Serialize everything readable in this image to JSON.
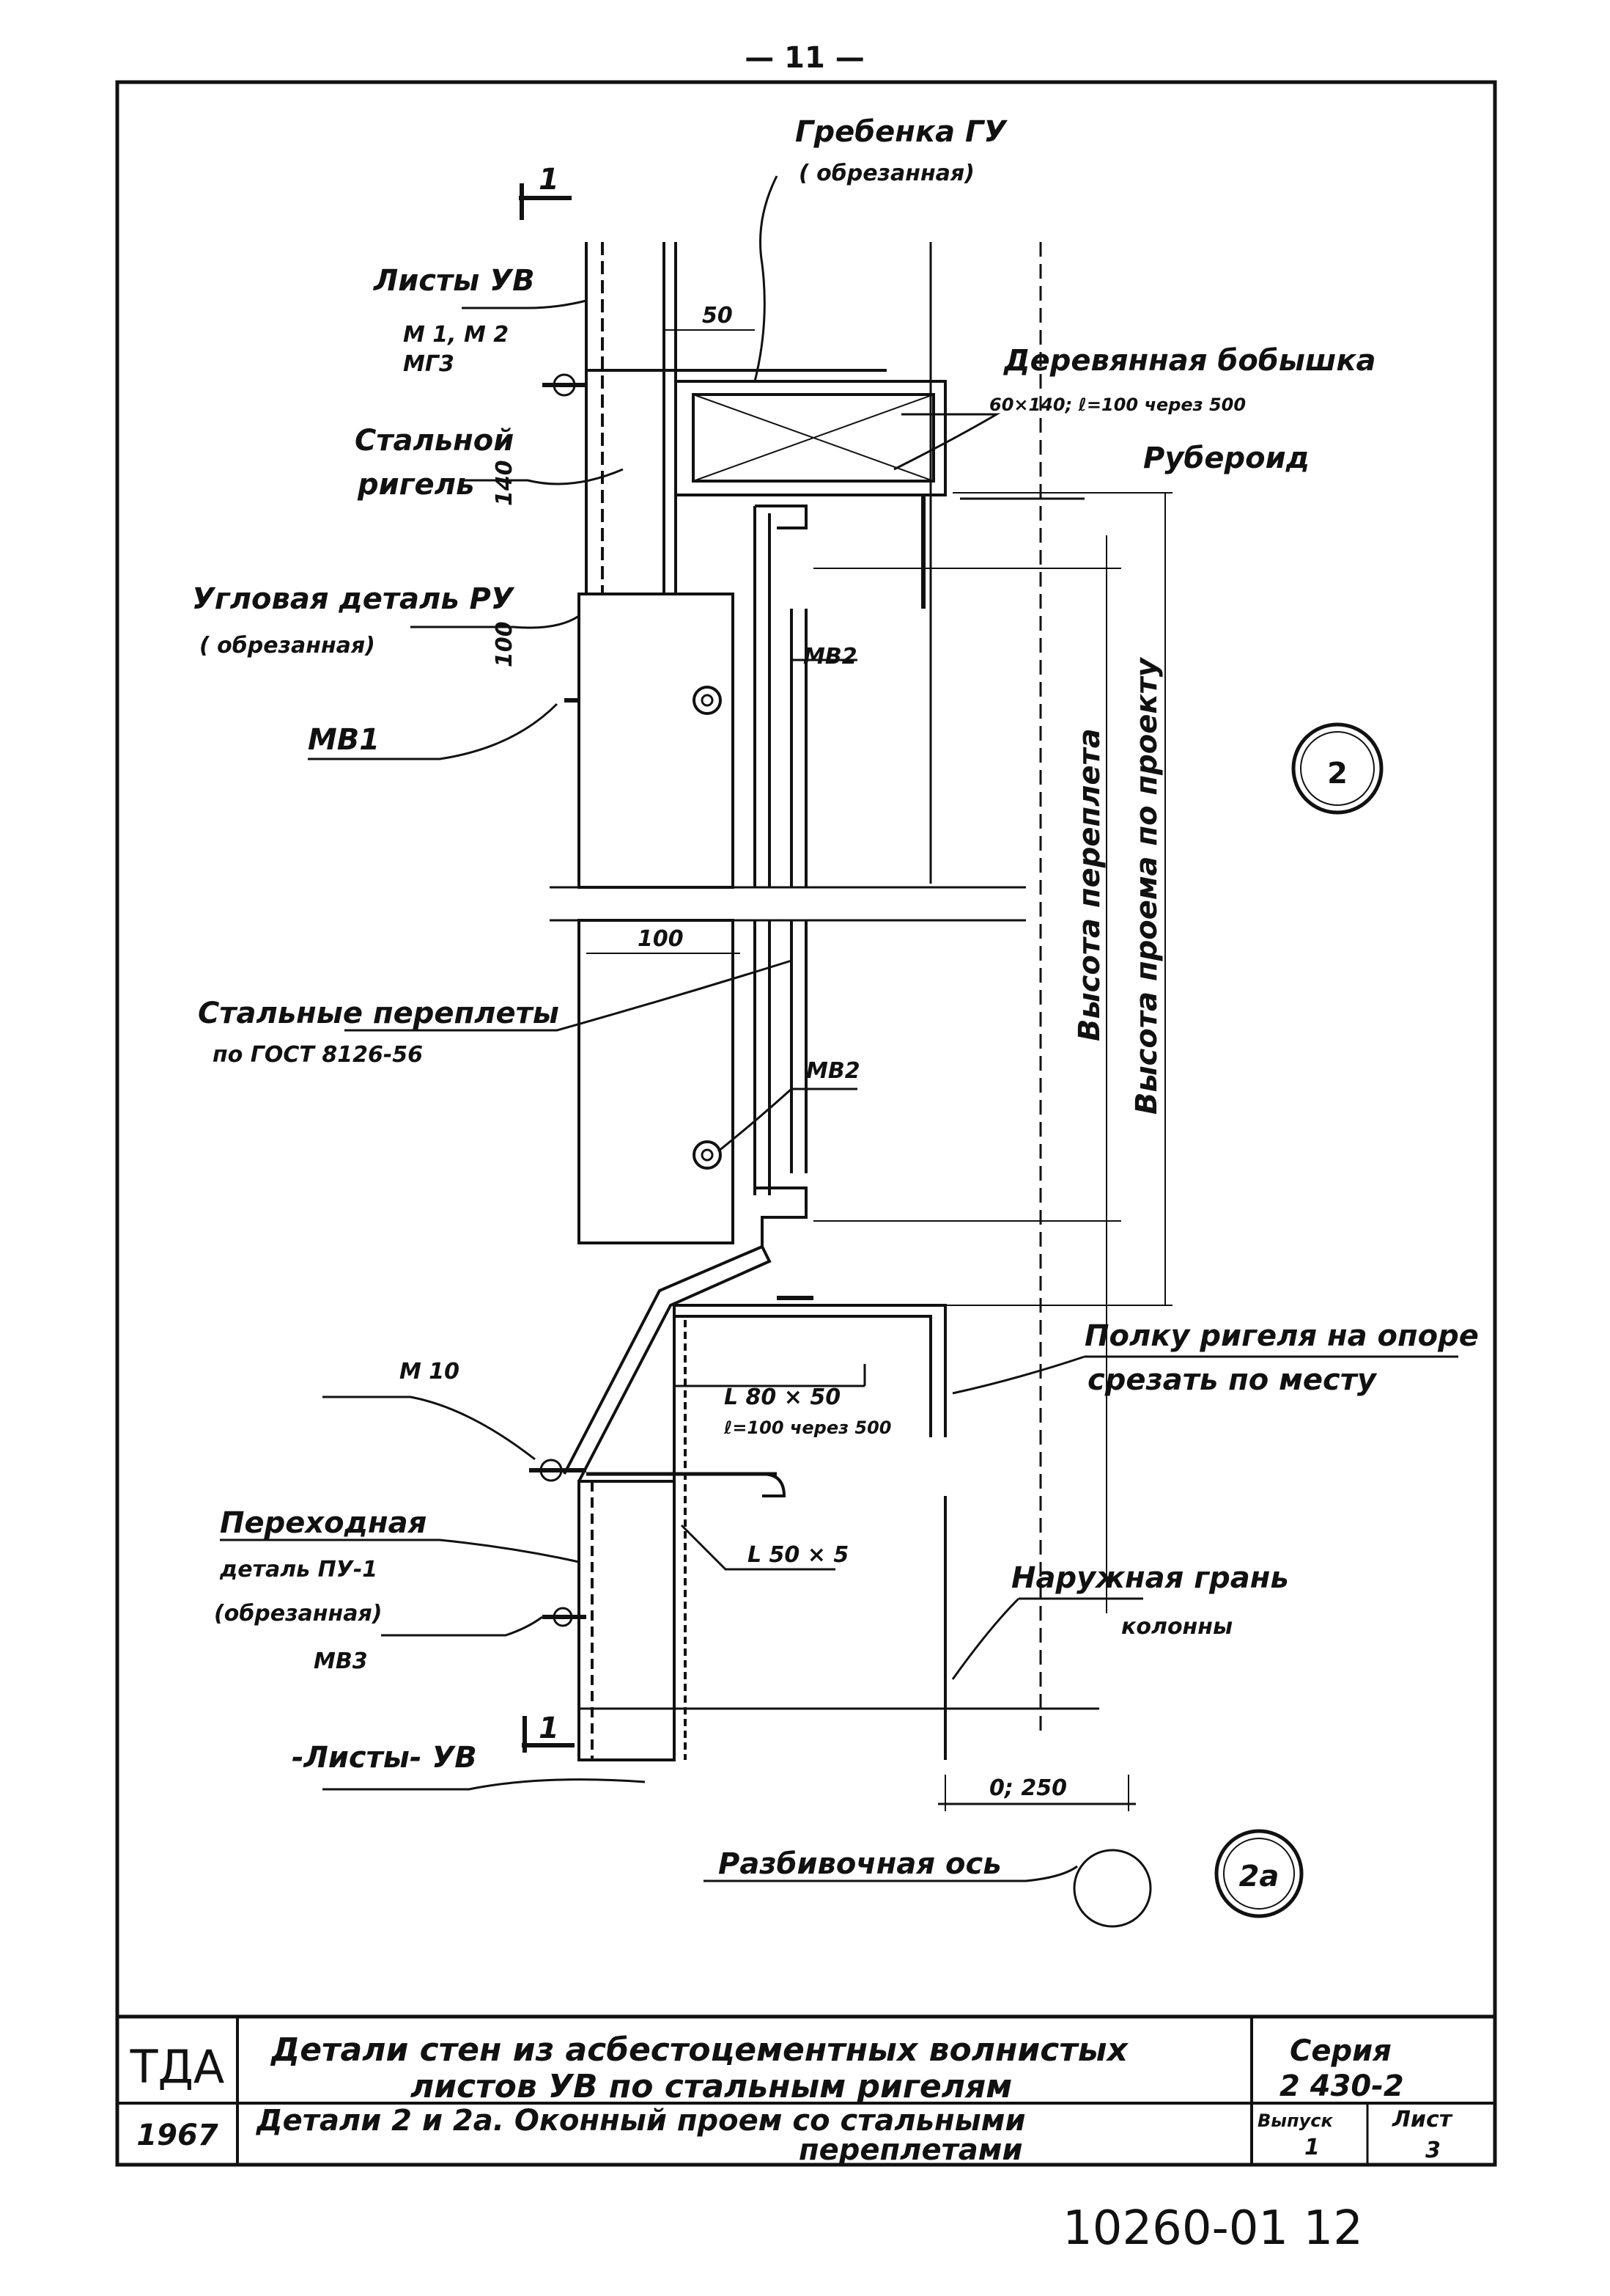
{
  "page_number": "— 11 —",
  "stamp_number": "10260-01  12",
  "section_marks": [
    "1",
    "1"
  ],
  "callouts": {
    "circle_2": "2",
    "circle_2a": "2a"
  },
  "labels": {
    "grebenka_1": "Гребенка  ГУ",
    "grebenka_2": "( обрезанная)",
    "listy_uv_top_1": "Листы  УВ",
    "listy_uv_top_2": "М 1, М 2",
    "listy_uv_top_3": "МГ3",
    "stalnoy_rigel_1": "Стальной",
    "stalnoy_rigel_2": "ригель",
    "uglovaya_1": "Угловая  деталь  РУ",
    "uglovaya_2": "( обрезанная)",
    "mb1": "МВ1",
    "mb2_top": "МВ2",
    "mb2_bottom": "МВ2",
    "derevyannaya_1": "Деревянная  бобышка",
    "derevyannaya_2": "60×140;  ℓ=100   через 500",
    "ruberoid": "Рубероид",
    "vysota_perepleta": "Высота    переплета",
    "vysota_proema": "Высота   проема   по  проекту",
    "stalnye_perelety_1": "Стальные  переплеты",
    "stalnye_perelety_2": "по  ГОСТ 8126-56",
    "m10": "М 10",
    "l80": "L 80 × 50",
    "l80_note": "ℓ=100  через 500",
    "l50": "L 50 × 5",
    "perekhodnaya_1": "Переходная",
    "perekhodnaya_2": "деталь  ПУ-1",
    "perekhodnaya_3": "(обрезанная)",
    "mb3": "МВ3",
    "listy_uv_bottom": "-Листы- УВ",
    "polku_1": "Полку   ригеля  на  опоре",
    "polku_2": "срезать   по  месту",
    "naruzhnaya_1": "Наружная  грань",
    "naruzhnaya_2": "колонны",
    "razbivochnaya": "Разбивочная  ось",
    "dim_50": "50",
    "dim_140": "140",
    "dim_100_v": "100",
    "dim_100_h": "100",
    "dim_0_250": "0; 250"
  },
  "title_block": {
    "org": "ТДА",
    "title_1": "Детали   стен   из  асбестоцементных   волнистых",
    "title_2": "листов  УВ    по   стальным    ригелям",
    "series_label": "Серия",
    "series_value": "2 430-2",
    "year": "1967",
    "subtitle_1": "Детали 2 и 2а.    Оконный    проем    со   стальными",
    "subtitle_2": "переплетами",
    "issue_label": "Выпуск",
    "issue_value": "1",
    "sheet_label": "Лист",
    "sheet_value": "3"
  }
}
